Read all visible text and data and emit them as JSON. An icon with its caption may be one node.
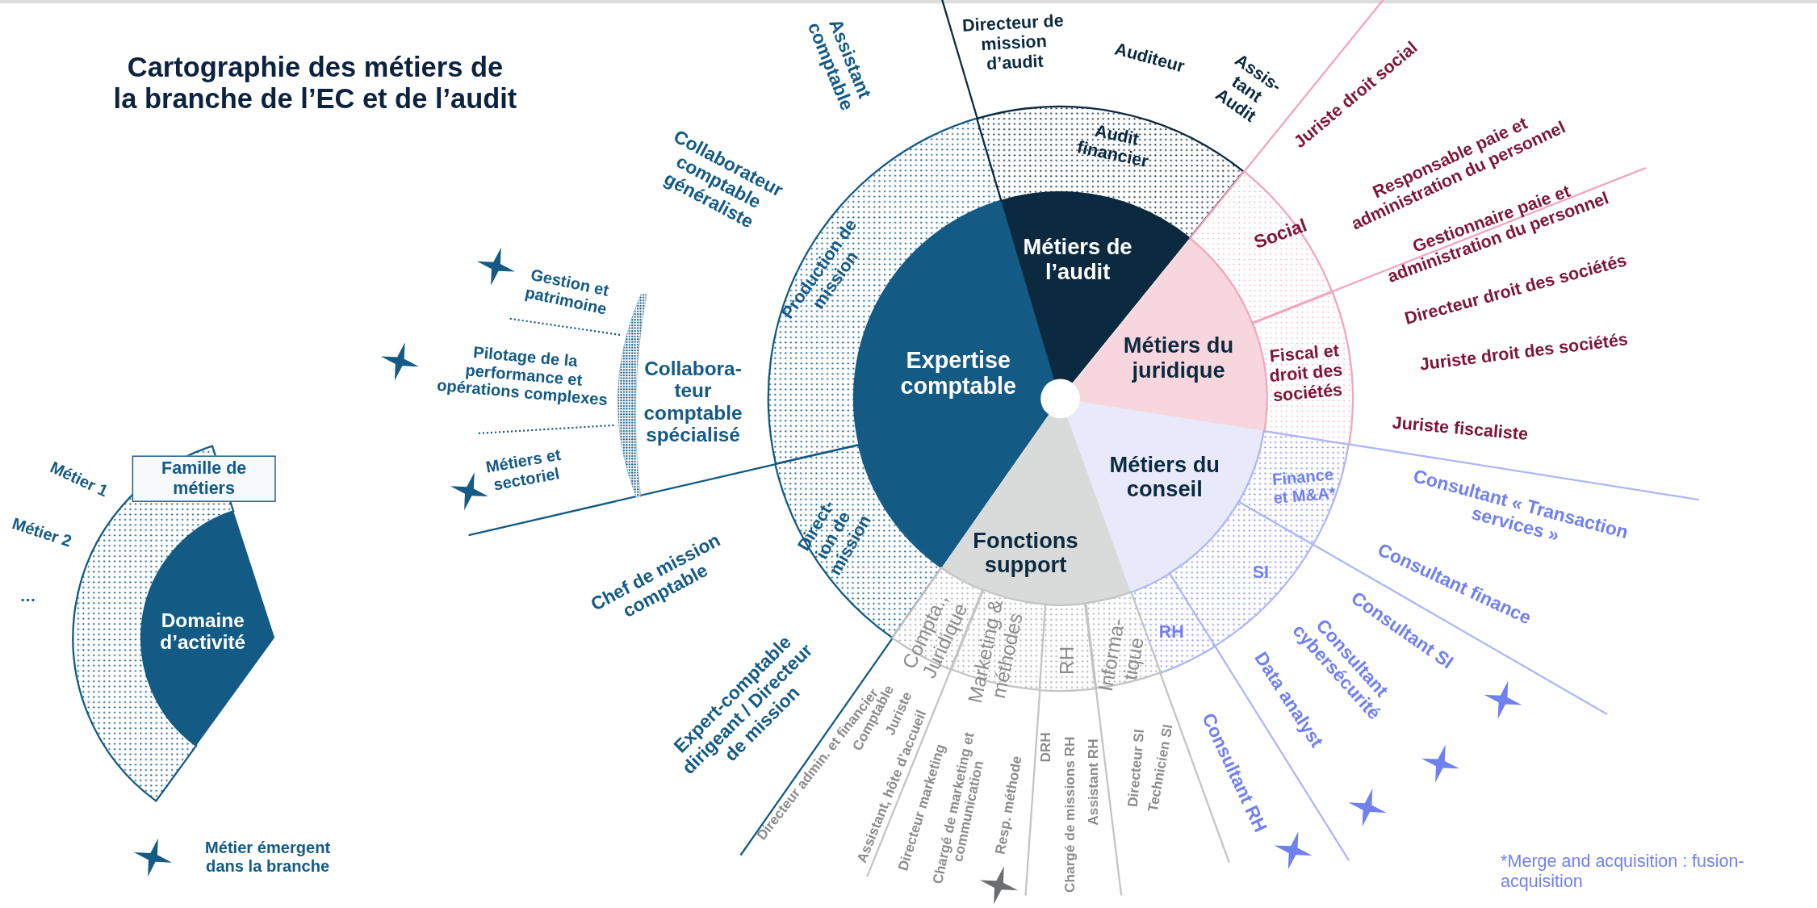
{
  "diagram": {
    "title": "Cartographie des métiers de la branche de l’EC et de l’audit",
    "nodes": [
      {
        "text": [
          "Expertise comptable"
        ]
      },
      {
        "text": [
          "Production de mission"
        ],
        "beside": [
          "Assistant comptable",
          "Collaborateur comptable généraliste"
        ]
      },
      {
        "text": [
          "Direct- ion de mission"
        ],
        "beside": [
          "Chef de mission comptable",
          "Expert-comptable dirigeant / Directeur de mission"
        ]
      },
      {
        "text": [
          "Métiers de l’audit"
        ]
      },
      {
        "text": [
          "Audit financier"
        ],
        "beside": [
          "Directeur de mission d’audit",
          "Auditeur",
          "Assis- tant Audit"
        ]
      },
      {
        "text": [
          "Métiers du juridique"
        ]
      },
      {
        "text": [
          "Social"
        ],
        "beside": [
          "Juriste droit social",
          "Responsable paie et administration du personnel",
          "Gestionnaire paie et administration du personnel"
        ]
      },
      {
        "text": [
          "Fiscal et droit des sociétés"
        ],
        "beside": [
          "Directeur droit des sociétés",
          "Juriste droit des sociétés",
          "Juriste fiscaliste"
        ]
      },
      {
        "text": [
          "Métiers du conseil"
        ]
      },
      {
        "text": [
          "Finance et M&A*"
        ],
        "beside": [
          "Consultant « Transaction services »",
          "Consultant finance"
        ]
      },
      {
        "text": [
          "SI"
        ],
        "beside": [
          "Consultant SI",
          "Consultant cybersécurité",
          "Data analyst"
        ]
      },
      {
        "text": [
          "RH"
        ],
        "beside": [
          "Consultant RH"
        ]
      },
      {
        "text": [
          "Fonctions support"
        ]
      },
      {
        "text": [
          "Compta., Juridique"
        ],
        "beside": [
          "Directeur admin. et financier",
          "Comptable",
          "Juriste",
          "Assistant, hôte d’accueil"
        ]
      },
      {
        "text": [
          "Marketing & méthodes"
        ],
        "beside": [
          "Directeur marketing",
          "Chargé de marketing et communication",
          "Resp. méthode"
        ]
      },
      {
        "text": [
          "RH"
        ],
        "beside": [
          "DRH",
          "Chargé de missions RH",
          "Assistant RH"
        ]
      },
      {
        "text": [
          "Informa- tique"
        ],
        "beside": [
          "Directeur SI",
          "Technicien SI"
        ]
      },
      {
        "text": [
          "Famille de métiers"
        ],
        "beside": [
          "Métier 1",
          "Métier 2",
          "…"
        ]
      },
      {
        "text": [
          "Domaine d’activité"
        ]
      },
      {
        "text": [],
        "shape": "bar",
        "beside": [
          "Collabora- teur comptable spécialisé"
        ]
      }
    ],
    "labels": [
      "Gestion et patrimoine",
      "Pilotage de la performance et opérations complexes",
      "Métiers et sectoriel",
      "*Merge and acquisition : fusion-acquisition"
    ],
    "legend": [
      {
        "text": "Métier émergent dans la branche"
      }
    ]
  }
}
